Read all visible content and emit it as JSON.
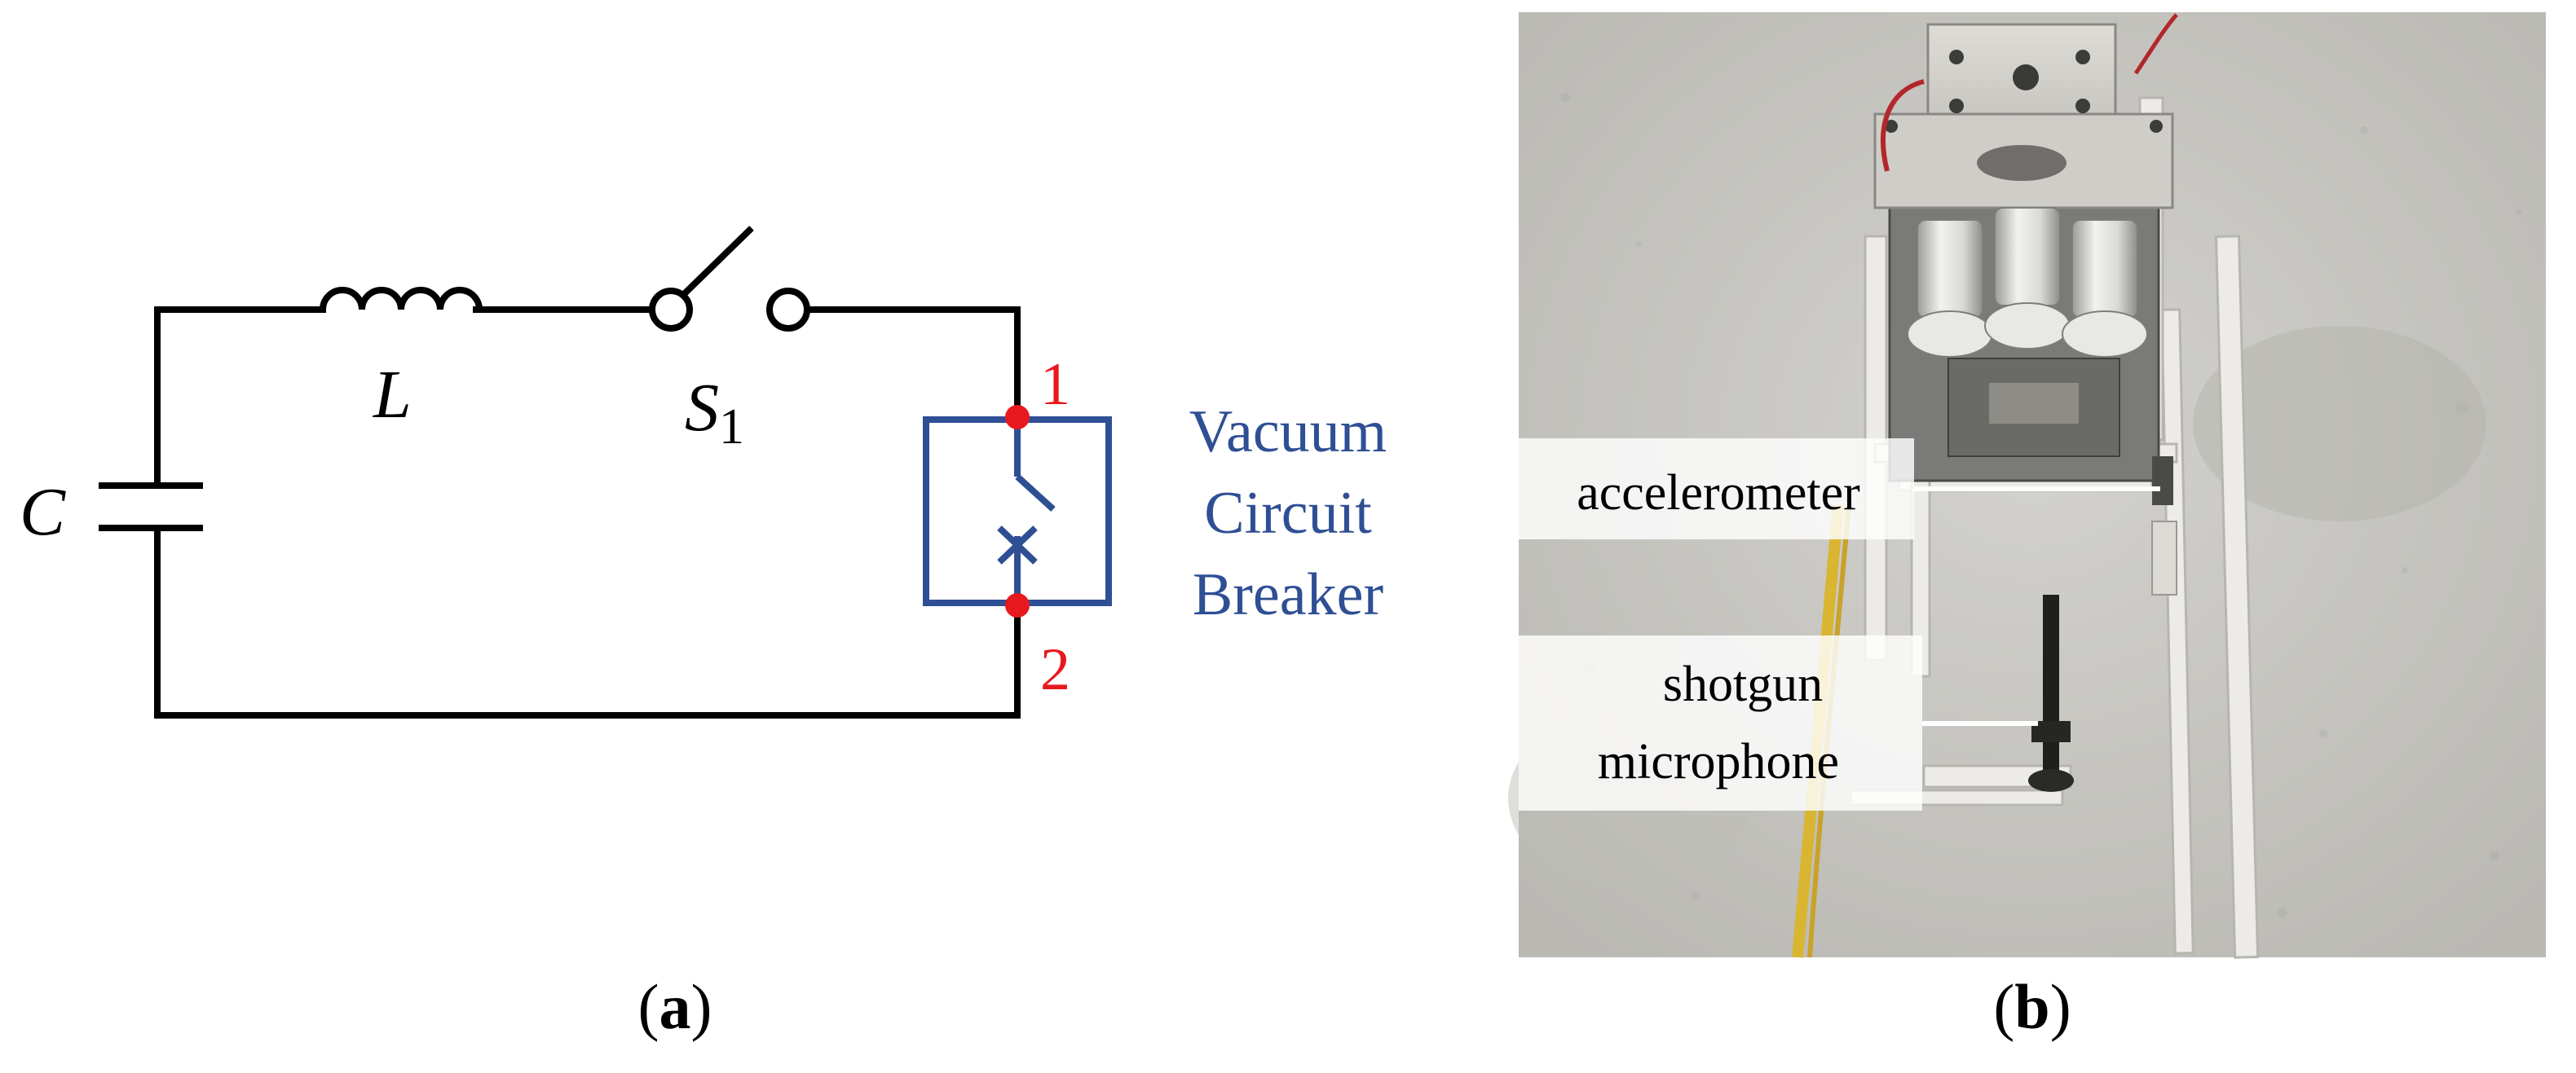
{
  "panel_a": {
    "components": {
      "capacitor": "C",
      "inductor": "L",
      "switch": "S",
      "switch_subscript": "1"
    },
    "nodes": {
      "node1": "1",
      "node2": "2"
    },
    "breaker_label": [
      "Vacuum",
      "Circuit",
      "Breaker"
    ],
    "caption_open": "(",
    "caption_letter": "a",
    "caption_close": ")"
  },
  "panel_b": {
    "labels": {
      "accelerometer": "accelerometer",
      "microphone_line1": "shotgun",
      "microphone_line2": "microphone"
    },
    "caption_open": "(",
    "caption_letter": "b",
    "caption_close": ")"
  },
  "colors": {
    "wire": "#000000",
    "breaker_blue": "#2f4f94",
    "node_red": "#e8191e",
    "floor": "#c9c8c3",
    "frame_white": "#eeeeec",
    "equipment_gray": "#8c8c8a"
  }
}
